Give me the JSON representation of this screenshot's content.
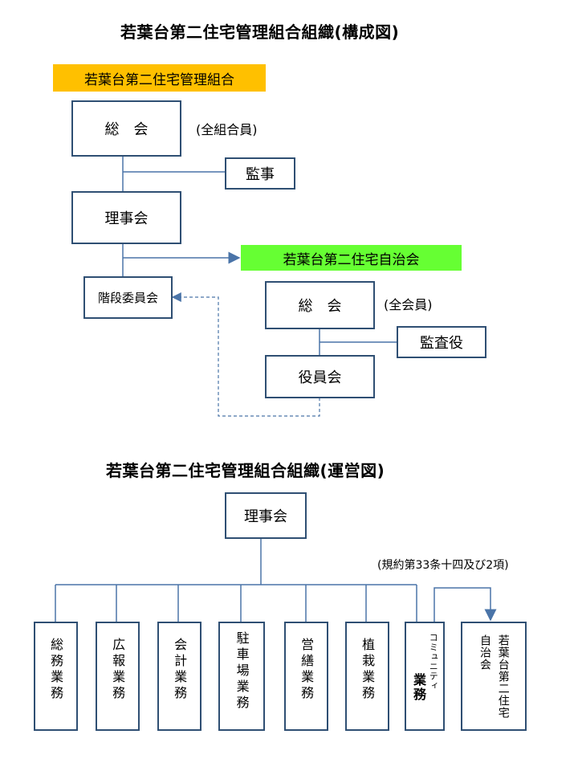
{
  "colors": {
    "box_border": "#2f4f73",
    "line": "#4a74a8",
    "banner_management": "#ffc000",
    "banner_residents": "#66ff33"
  },
  "structure": {
    "title": "若葉台第二住宅管理組合組織(構成図)",
    "management_label": "若葉台第二住宅管理組合",
    "general_meeting": "総　会",
    "general_meeting_note": "(全組合員)",
    "auditor": "監事",
    "board": "理事会",
    "stair_committee": "階段委員会",
    "residents_label": "若葉台第二住宅自治会",
    "residents_general_meeting": "総　会",
    "residents_general_meeting_note": "(全会員)",
    "residents_auditor": "監査役",
    "residents_officers": "役員会"
  },
  "operation": {
    "title": "若葉台第二住宅管理組合組織(運営図)",
    "board": "理事会",
    "note": "(規約第33条十四及び2項)",
    "departments": [
      "総務業務",
      "広報業務",
      "会計業務",
      "駐車場業務",
      "営繕業務",
      "植栽業務"
    ],
    "community": {
      "line1": "コミュニティ",
      "line2": "業務"
    },
    "residents_assoc": {
      "line1": "自治会",
      "line2": "若葉台第二住宅"
    }
  }
}
